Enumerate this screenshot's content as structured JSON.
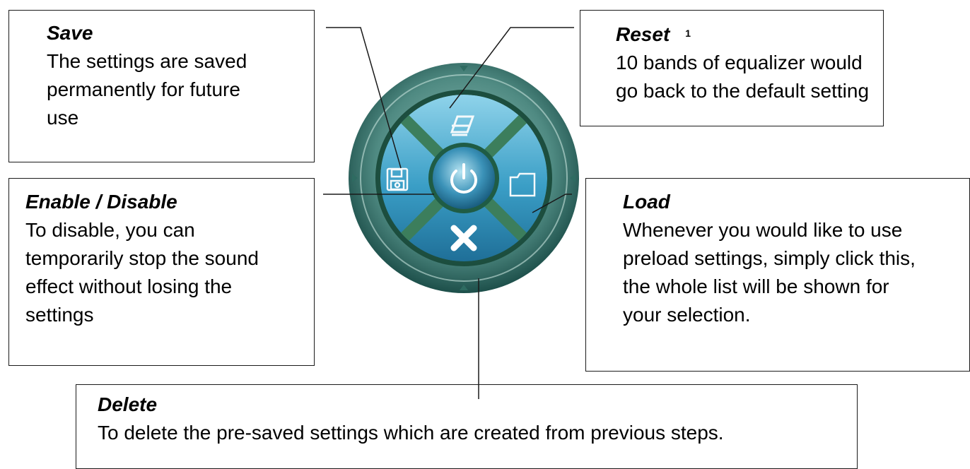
{
  "panel": {
    "icons": {
      "reset": "eraser-icon",
      "save": "floppy-disk-icon",
      "power": "power-icon",
      "load": "folder-icon",
      "delete": "x-close-icon"
    },
    "colors": {
      "teal_dark": "#1d5a54",
      "teal_ring": "#5f958d",
      "blue_button": "#2b8fb8",
      "blue_light": "#7dc8e2",
      "groove_green": "#3c7e5c"
    }
  },
  "callouts": {
    "save": {
      "title": "Save",
      "text": "The settings are saved\npermanently for future\nuse"
    },
    "reset": {
      "title": "Reset",
      "superscript": "1",
      "text": "10 bands of equalizer would\ngo back to the default setting"
    },
    "enable": {
      "title": "Enable / Disable",
      "text": "To disable, you can\ntemporarily stop the sound\neffect without losing the\nsettings"
    },
    "load": {
      "title": "Load",
      "text": "Whenever you would like to use\npreload settings, simply click this,\nthe whole list will be shown for\nyour selection."
    },
    "delete": {
      "title": "Delete",
      "text": "To delete the pre-saved settings which are created from previous steps."
    }
  }
}
